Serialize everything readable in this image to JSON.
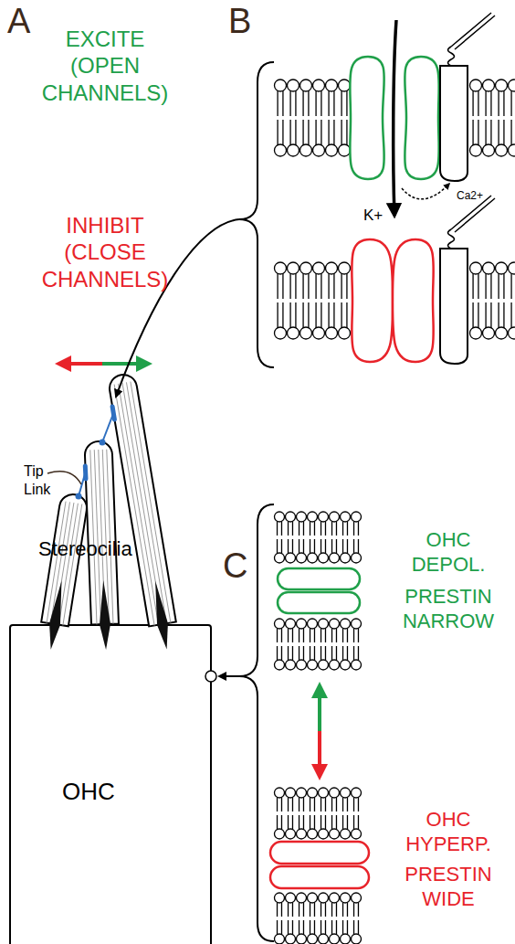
{
  "diagram": {
    "nodes": [
      {
        "text": [
          "OHC"
        ]
      }
    ],
    "labels": [
      "A",
      "EXCITE (OPEN CHANNELS)",
      "INHIBIT (CLOSE CHANNELS)",
      "Tip Link",
      "Stereocilia",
      "B",
      "K+",
      "Ca2+",
      "C",
      "OHC DEPOL.",
      "PRESTIN NARROW",
      "OHC HYPERP.",
      "PRESTIN WIDE"
    ]
  }
}
